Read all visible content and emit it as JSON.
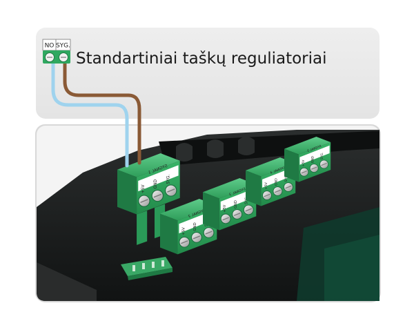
{
  "legend": {
    "terminal_left": "NO",
    "terminal_right": "SYG.",
    "title": "Standartiniai taškų reguliatoriai"
  },
  "connectors": [
    {
      "name": "SYGNAL 1",
      "pins": [
        "+5V",
        "GND",
        "SYG."
      ]
    },
    {
      "name": "SYGNAL 2",
      "pins": [
        "+5V",
        "GND",
        "SYG."
      ]
    },
    {
      "name": "SYGNAL 3",
      "pins": [
        "+5V",
        "GND",
        "SYG."
      ]
    },
    {
      "name": "SYGNAL 4",
      "pins": [
        "+5V",
        "GND",
        "SYG."
      ]
    },
    {
      "name": "SYGNAL 5",
      "pins": [
        "+5V",
        "GND",
        "SYG."
      ]
    }
  ],
  "colors": {
    "connector_green": "#2fa860",
    "wire_brown": "#8a5a36",
    "wire_blue": "#9fd3ee",
    "panel_grey": "#ececec",
    "device_dark": "#1d1f1f"
  }
}
